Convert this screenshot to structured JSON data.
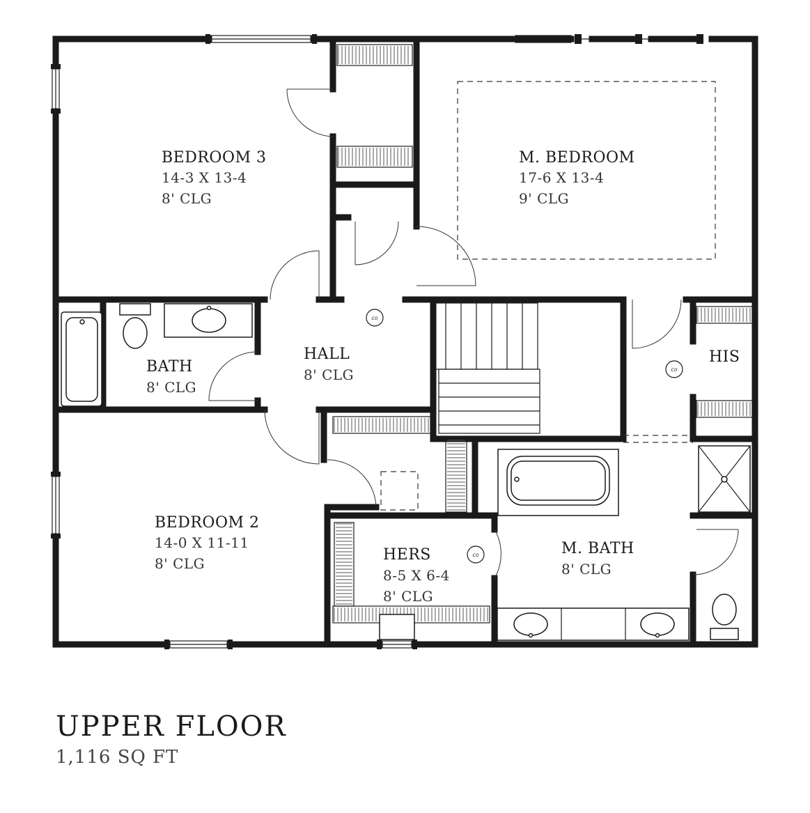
{
  "title": "UPPER FLOOR",
  "area": "1,116 SQ FT",
  "rooms": {
    "bedroom3": {
      "name": "BEDROOM 3",
      "size": "14-3 X 13-4",
      "ceiling": "8' CLG"
    },
    "master_bedroom": {
      "name": "M. BEDROOM",
      "size": "17-6 X 13-4",
      "ceiling": "9' CLG"
    },
    "bath": {
      "name": "BATH",
      "ceiling": "8' CLG"
    },
    "hall": {
      "name": "HALL",
      "ceiling": "8' CLG"
    },
    "his": {
      "name": "HIS"
    },
    "bedroom2": {
      "name": "BEDROOM 2",
      "size": "14-0 X 11-11",
      "ceiling": "8' CLG"
    },
    "hers": {
      "name": "HERS",
      "size": "8-5 X 6-4",
      "ceiling": "8' CLG"
    },
    "master_bath": {
      "name": "M. BATH",
      "ceiling": "8' CLG"
    }
  },
  "ceiling_fixture_label": "co"
}
